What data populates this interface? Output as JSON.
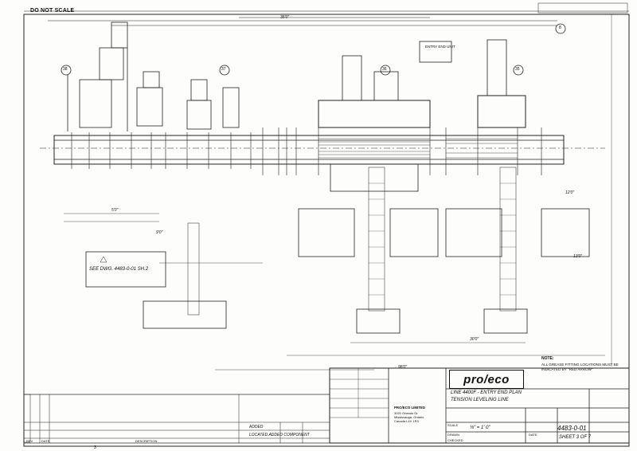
{
  "sheet": {
    "do_not_scale": "DO NOT SCALE",
    "logo_text": "pro/eco",
    "title_line_1": "LINE 4400F - ENTRY END PLAN",
    "title_line_2": "TENSION LEVELING LINE",
    "drawing_number": "4483-0-01",
    "scale": "⅛\" = 1' 0\"",
    "sheet_no": "SHEET 3 OF 7",
    "company_block": "PRO/ECO LIMITED",
    "company_lines": [
      "3020 Orlando Dr.",
      "Mississauga, Ontario",
      "Canada L4V 1R3"
    ],
    "revision_row_1": "ADDED",
    "revision_row_2": "LOCATED ADDED COMPONENT",
    "rev_header_rev": "REV",
    "rev_header_date": "DATE",
    "rev_header_desc": "DESCRIPTION",
    "drawn_label": "DRAWN",
    "checked_label": "CHECKED",
    "date_label": "DATE",
    "scale_label": "SCALE",
    "see_dwg": "SEE DWG. 4483-0-01 SH.2",
    "note_heading": "NOTE:",
    "note_body": "ALL GREASE FITTING LOCATIONS MUST BE INDICATED BY \"RED ARROW\"",
    "entry_label": "ENTRY END UNIT",
    "page_marker": "3"
  },
  "dimensions": {
    "overall_top": "35'0\"",
    "bottom_overall": "98'0\"",
    "mid_bottom": "30'0\"",
    "left_a": "9'0\"",
    "left_b": "5'0\"",
    "right_a": "12'0\"",
    "right_b": "13'0\""
  },
  "callouts": [
    "38",
    "37",
    "36",
    "35",
    "8"
  ],
  "colors": {
    "ink": "#111111",
    "paper": "#fdfdfb"
  }
}
